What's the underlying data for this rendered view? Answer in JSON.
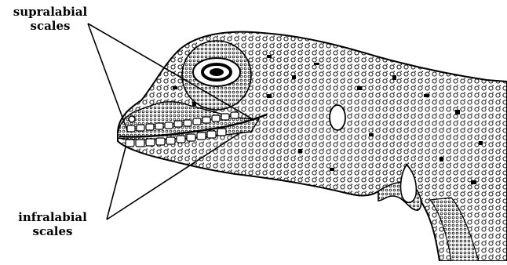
{
  "labels": {
    "supralabial": {
      "line1": "supralabial",
      "line2": "scales"
    },
    "infralabial": {
      "line1": "infralabial",
      "line2": "scales"
    }
  },
  "colors": {
    "ink": "#000000",
    "background": "#ffffff"
  }
}
